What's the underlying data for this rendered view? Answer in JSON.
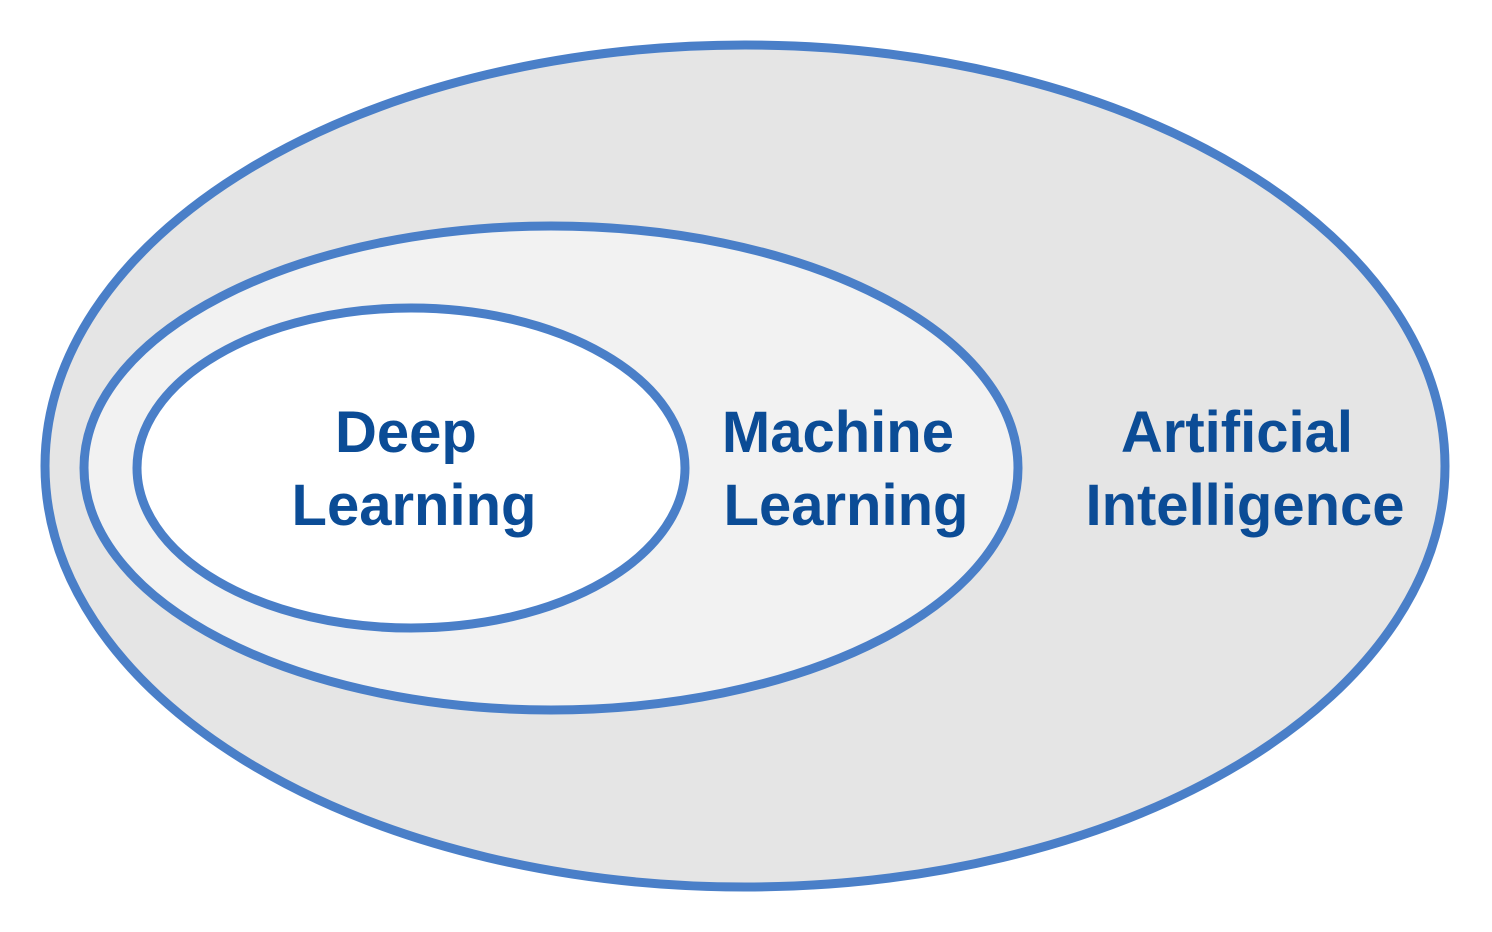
{
  "diagram": {
    "type": "nested-sets",
    "stroke_color": "#4a7fc8",
    "text_color": "#0b4c96",
    "sets": [
      {
        "id": "ai",
        "label_lines": [
          "Artificial",
          "Intelligence"
        ],
        "fill": "#e5e5e5"
      },
      {
        "id": "ml",
        "label_lines": [
          "Machine",
          "Learning"
        ],
        "fill": "#f2f2f2"
      },
      {
        "id": "dl",
        "label_lines": [
          "Deep",
          "Learning"
        ],
        "fill": "#ffffff"
      }
    ]
  }
}
